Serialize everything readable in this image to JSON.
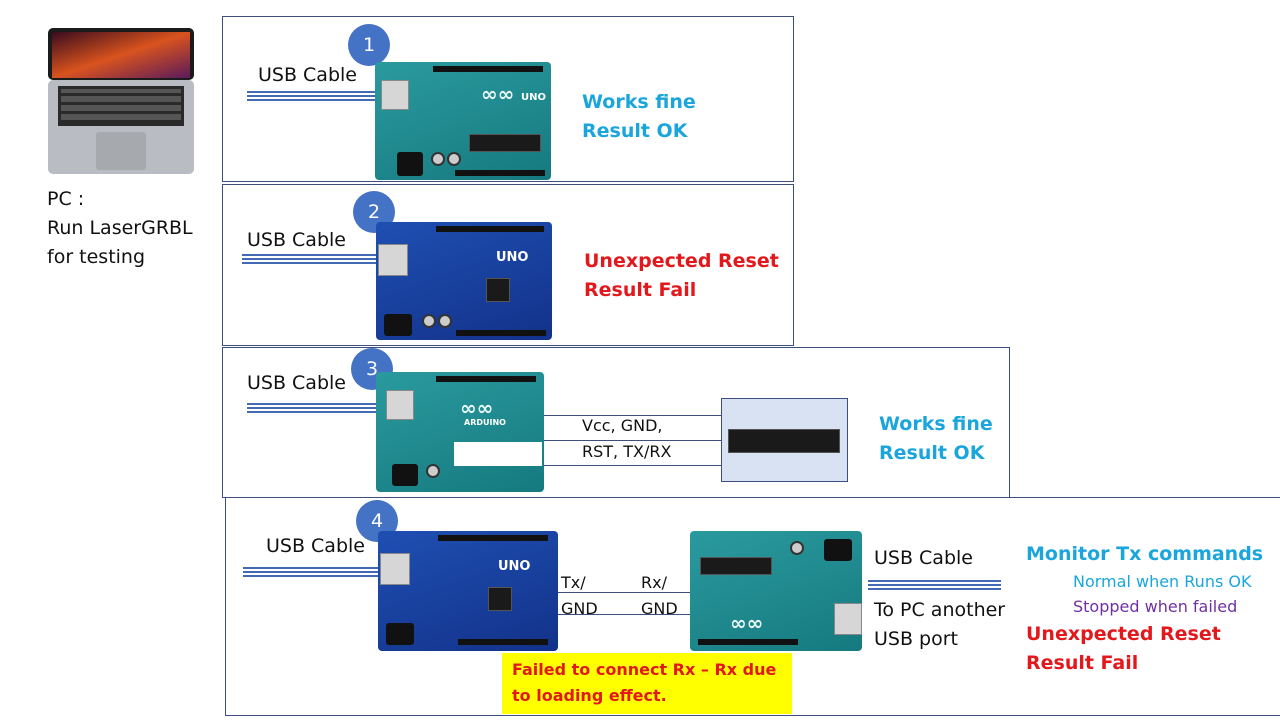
{
  "pc": {
    "label_line1": "PC :",
    "label_line2": "Run LaserGRBL",
    "label_line3": "for testing"
  },
  "scenarios": [
    {
      "number": "1",
      "cable_label": "USB Cable",
      "board": "Arduino UNO",
      "result_line1": "Works fine",
      "result_line2": "Result OK",
      "result_color": "#1aa6dc"
    },
    {
      "number": "2",
      "cable_label": "USB Cable",
      "board": "UNO clone",
      "result_line1": "Unexpected Reset",
      "result_line2": "Result Fail",
      "result_color": "#e3181c"
    },
    {
      "number": "3",
      "cable_label": "USB Cable",
      "board": "Arduino UNO with external MCU",
      "wire_label_1": "Vcc, GND,",
      "wire_label_2": "RST, TX/RX",
      "result_line1": "Works fine",
      "result_line2": "Result OK",
      "result_color": "#1aa6dc"
    },
    {
      "number": "4",
      "cable_label": "USB Cable",
      "tx_label": "Tx/",
      "tx_gnd_label": "GND",
      "rx_label": "Rx/",
      "rx_gnd_label": "GND",
      "right_cable_label": "USB Cable",
      "right_cable_note_1": "To PC another",
      "right_cable_note_2": "USB port",
      "monitor_title": "Monitor Tx commands",
      "monitor_line1": "Normal when Runs OK",
      "monitor_line2": "Stopped when failed",
      "result_line1": "Unexpected Reset",
      "result_line2": "Result Fail",
      "note_line1": "Failed to connect Rx – Rx due",
      "note_line2": "to loading  effect.",
      "note_bg": "#ffff00"
    }
  ],
  "board_text": {
    "uno_logo": "UNO",
    "arduino_logo": "ARDUINO"
  }
}
